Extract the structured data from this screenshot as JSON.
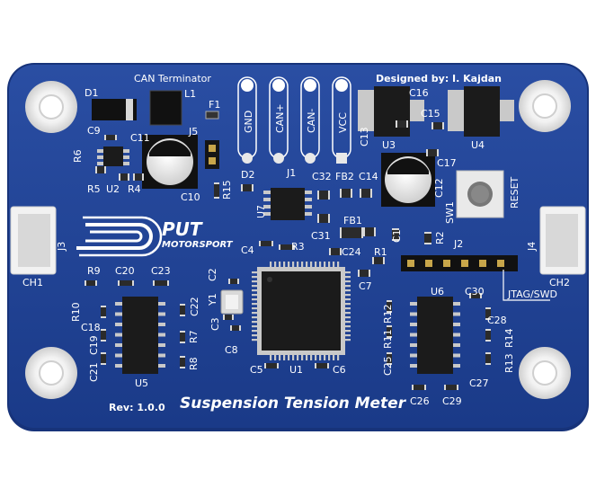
{
  "board": {
    "title": "Suspension Tension Meter",
    "revision": "Rev: 1.0.0",
    "designer": "Designed by: I. Kajdan",
    "can_terminator": "CAN Terminator",
    "logo_main": "PUT",
    "logo_sub": "MOTORSPORT",
    "jtag": "JTAG/SWD",
    "reset": "RESET",
    "ch1": "CH1",
    "ch2": "CH2",
    "pads": [
      "GND",
      "CAN+",
      "CAN-",
      "VCC"
    ]
  },
  "colors": {
    "pcb": "#1f3f8f",
    "pcb_edge": "#17337a",
    "silk": "#ffffff",
    "chip": "#1b1b1b",
    "pin": "#c9c9c9",
    "gold": "#c8a64a"
  },
  "labels": {
    "D1": "D1",
    "L1": "L1",
    "F1": "F1",
    "J5": "J5",
    "C9": "C9",
    "C11": "C11",
    "R6": "R6",
    "R5": "R5",
    "U2": "U2",
    "R4": "R4",
    "C10": "C10",
    "R15": "R15",
    "D2": "D2",
    "U7": "U7",
    "J1": "J1",
    "C32": "C32",
    "FB2": "FB2",
    "C14": "C14",
    "C13": "C13",
    "C31": "C31",
    "FB1": "FB1",
    "R3": "R3",
    "C4": "C4",
    "C24": "C24",
    "R1": "R1",
    "C1": "C1",
    "R2": "R2",
    "J2": "J2",
    "C7": "C7",
    "U3": "U3",
    "U4": "U4",
    "C16": "C16",
    "C15": "C15",
    "C17": "C17",
    "C12": "C12",
    "SW1": "SW1",
    "J3": "J3",
    "J4": "J4",
    "R9": "R9",
    "C20": "C20",
    "C23": "C23",
    "R10": "R10",
    "C18": "C18",
    "C19": "C19",
    "C21": "C21",
    "U5": "U5",
    "C22": "C22",
    "R7": "R7",
    "R8": "R8",
    "C2": "C2",
    "Y1": "Y1",
    "C3": "C3",
    "C8": "C8",
    "C5": "C5",
    "U1": "U1",
    "C6": "C6",
    "U6": "U6",
    "C30": "C30",
    "R12": "R12",
    "R11": "R11",
    "C28": "C28",
    "R14": "R14",
    "C25": "C25",
    "R13": "R13",
    "C27": "C27",
    "C26": "C26",
    "C29": "C29"
  }
}
